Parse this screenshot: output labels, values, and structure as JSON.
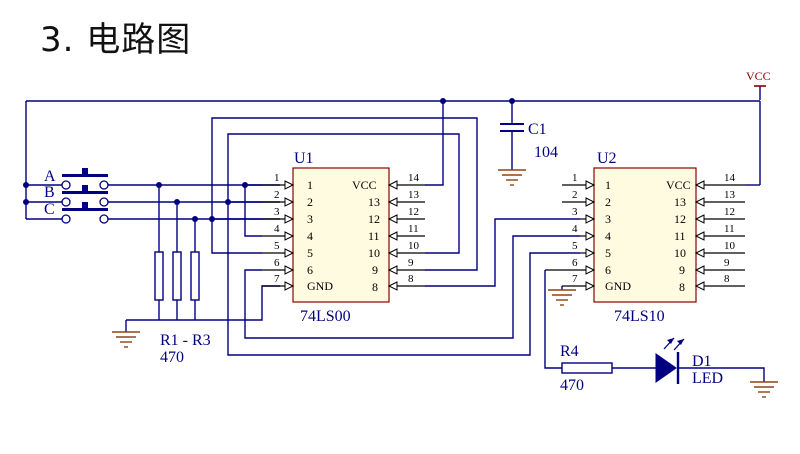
{
  "heading": "3. 电路图",
  "vcc_label": "VCC",
  "switches": {
    "a": "A",
    "b": "B",
    "c": "C"
  },
  "resistors_label": "R1 - R3",
  "resistors_value": "470",
  "capacitor": {
    "name": "C1",
    "value": "104"
  },
  "u1": {
    "name": "U1",
    "part": "74LS00"
  },
  "u2": {
    "name": "U2",
    "part": "74LS10"
  },
  "chip_labels": {
    "vcc": "VCC",
    "gnd": "GND",
    "left": [
      "1",
      "2",
      "3",
      "4",
      "5",
      "6"
    ],
    "right": [
      "13",
      "12",
      "11",
      "10",
      "9",
      "8"
    ]
  },
  "pin_numbers": {
    "left": [
      "1",
      "2",
      "3",
      "4",
      "5",
      "6",
      "7"
    ],
    "right": [
      "14",
      "13",
      "12",
      "11",
      "10",
      "9",
      "8"
    ]
  },
  "r4": {
    "name": "R4",
    "value": "470"
  },
  "led": {
    "name": "D1",
    "type": "LED"
  }
}
